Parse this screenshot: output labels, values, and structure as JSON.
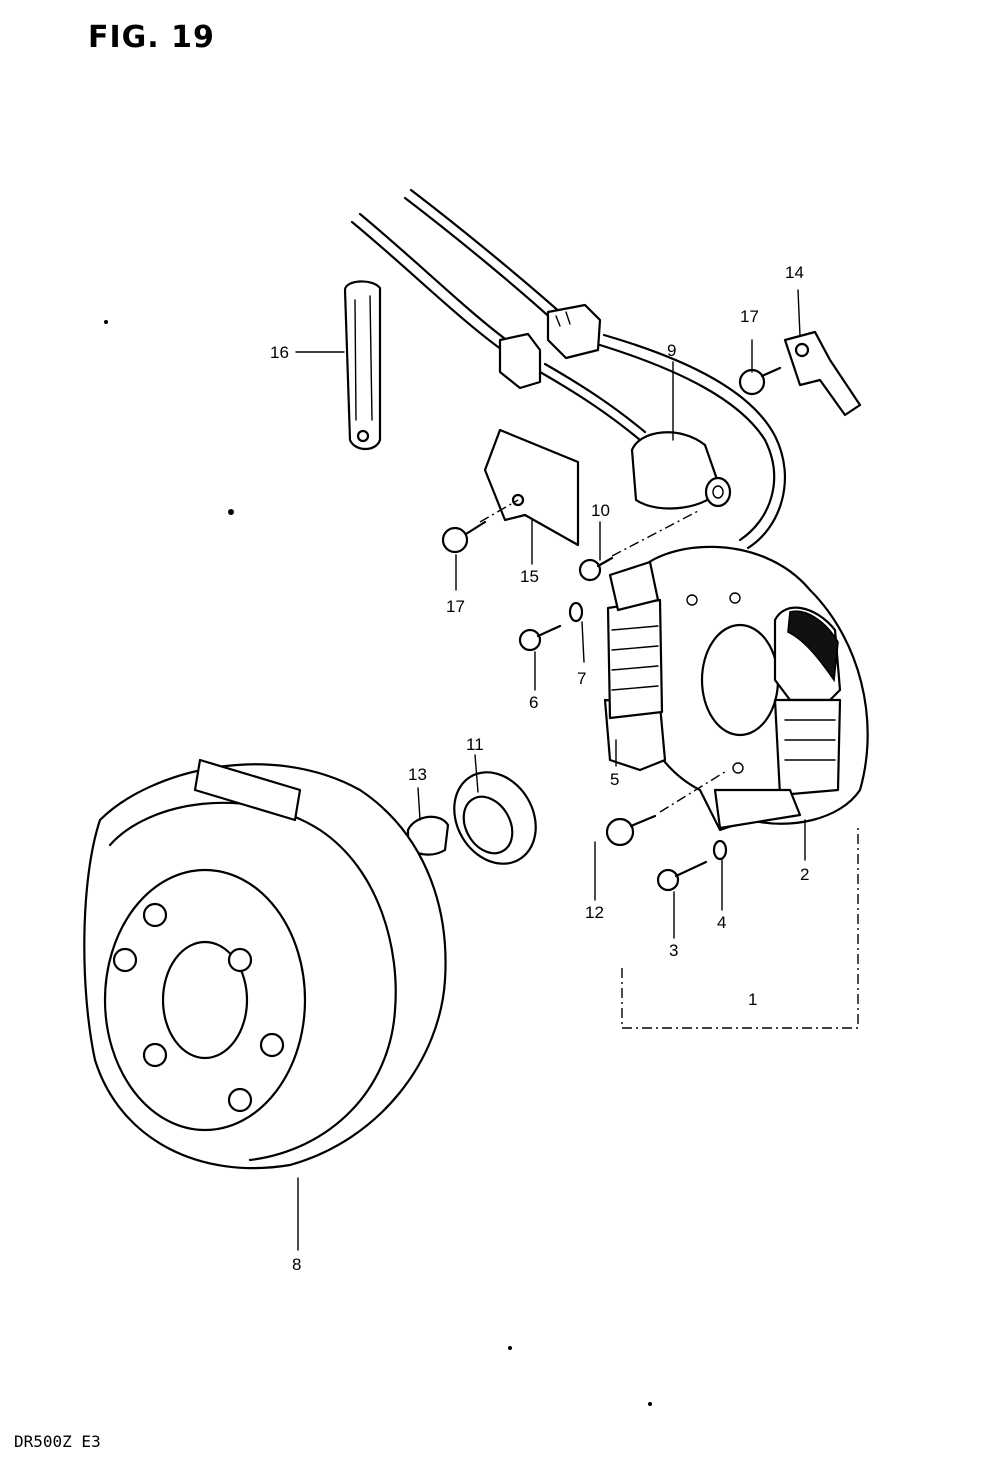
{
  "figure": {
    "title": "FIG. 19",
    "model_code": "DR500Z E3"
  },
  "callouts": {
    "c1": "1",
    "c2": "2",
    "c3": "3",
    "c4": "4",
    "c5": "5",
    "c6": "6",
    "c7": "7",
    "c8": "8",
    "c9": "9",
    "c10": "10",
    "c11": "11",
    "c12": "12",
    "c13": "13",
    "c14": "14",
    "c15": "15",
    "c16": "16",
    "c17a": "17",
    "c17b": "17"
  }
}
